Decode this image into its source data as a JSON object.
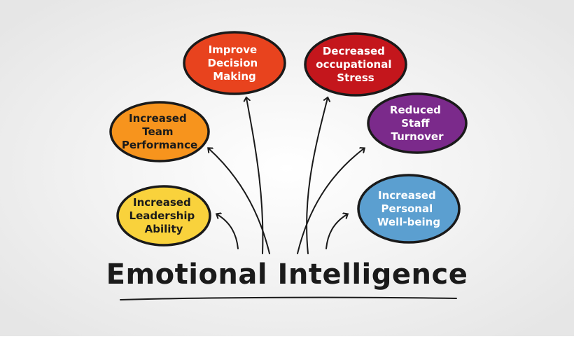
{
  "title": "Emotional Intelligence",
  "nodes": [
    {
      "id": "improve-decision-making",
      "lines": [
        "Improve",
        "Decision",
        "Making"
      ],
      "fill": "#e8431e",
      "text_color": "#ffffff"
    },
    {
      "id": "decreased-occupational-stress",
      "lines": [
        "Decreased",
        "occupational",
        "Stress"
      ],
      "fill": "#c4161c",
      "text_color": "#ffffff"
    },
    {
      "id": "increased-team-performance",
      "lines": [
        "Increased",
        "Team",
        "Performance"
      ],
      "fill": "#f7941d",
      "text_color": "#1a1a1a"
    },
    {
      "id": "reduced-staff-turnover",
      "lines": [
        "Reduced",
        "Staff",
        "Turnover"
      ],
      "fill": "#7b2a8b",
      "text_color": "#ffffff"
    },
    {
      "id": "increased-leadership-ability",
      "lines": [
        "Increased",
        "Leadership",
        "Ability"
      ],
      "fill": "#f9d23c",
      "text_color": "#1a1a1a"
    },
    {
      "id": "increased-personal-well-being",
      "lines": [
        "Increased",
        "Personal",
        "Well-being"
      ],
      "fill": "#5b9fd0",
      "text_color": "#ffffff"
    }
  ],
  "colors": {
    "background_center": "#ffffff",
    "background_edge": "#e9e9e9",
    "outline": "#1a1a1a"
  }
}
